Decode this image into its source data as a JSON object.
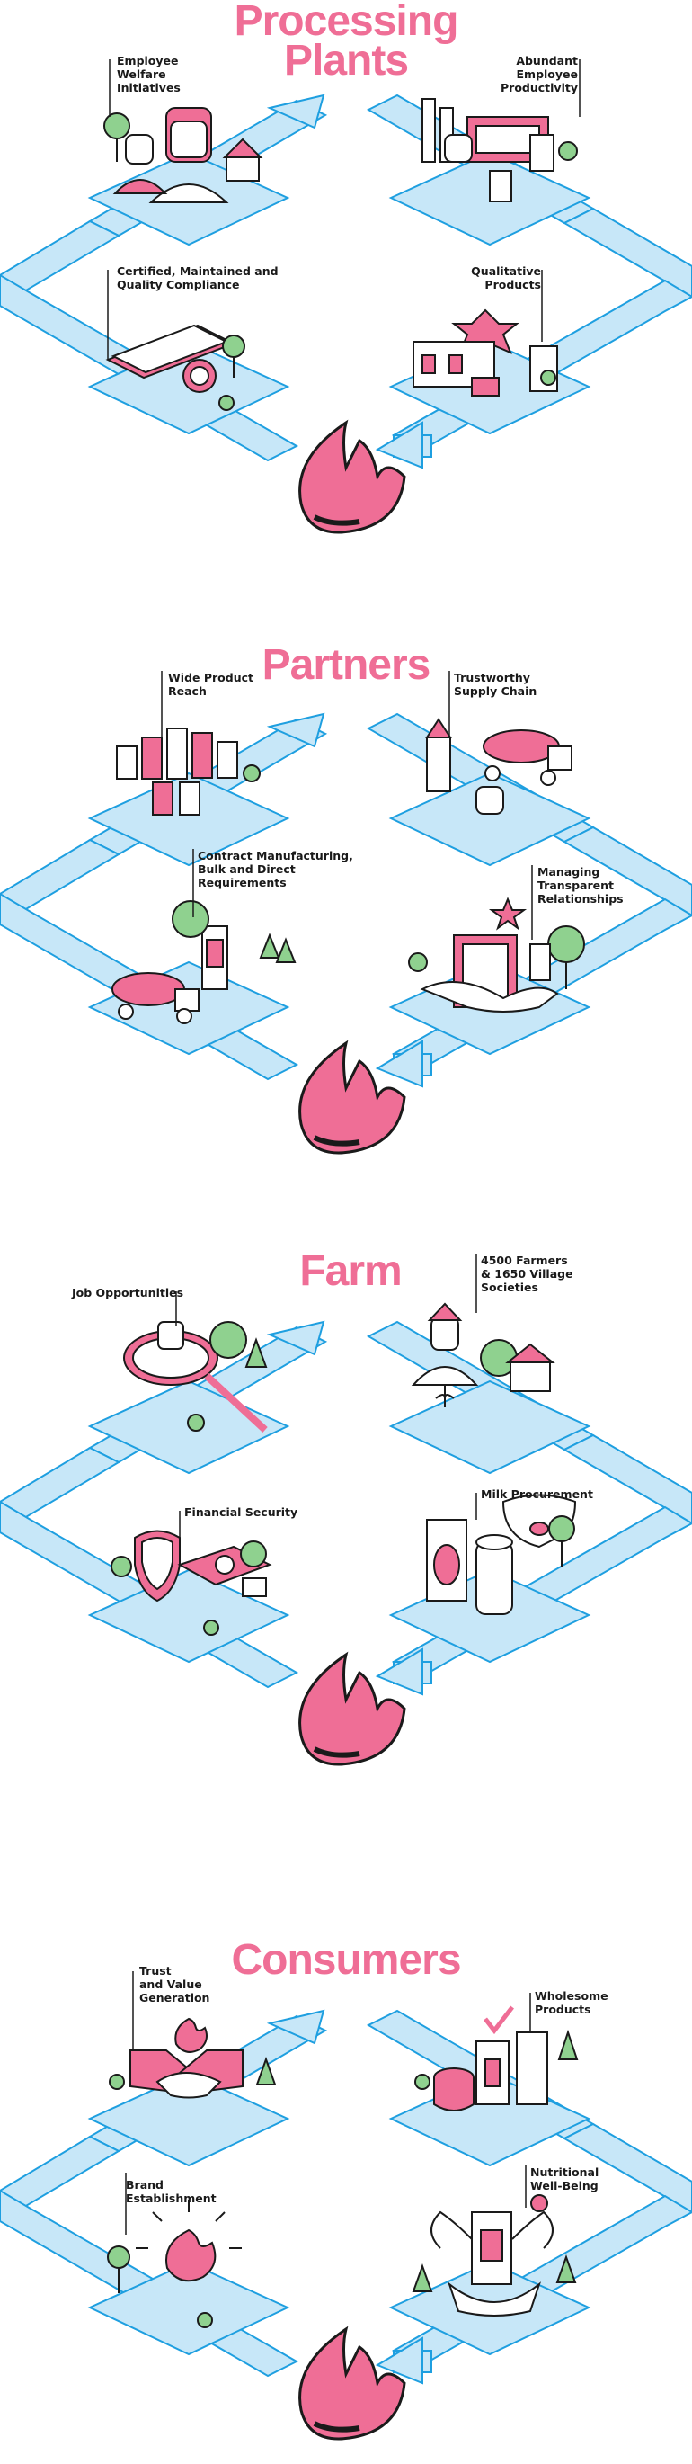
{
  "sections": [
    {
      "title_line1": "Processing",
      "title_line2": "Plants",
      "labels": [
        "Employee\nWelfare\nInitiatives",
        "Abundant\nEmployee\nProductivity",
        "Certified, Maintained and\nQuality Compliance",
        "Qualitative\nProducts"
      ]
    },
    {
      "title_line1": "Partners",
      "labels": [
        "Wide Product\nReach",
        "Trustworthy\nSupply Chain",
        "Contract Manufacturing,\nBulk and Direct\nRequirements",
        "Managing\nTransparent\nRelationships"
      ]
    },
    {
      "title_line1": "Farm",
      "labels": [
        "Job Opportunities",
        "4500 Farmers\n& 1650 Village\nSocieties",
        "Financial Security",
        "Milk Procurement"
      ]
    },
    {
      "title_line1": "Consumers",
      "labels": [
        "Trust\nand Value\nGeneration",
        "Wholesome\nProducts",
        "Brand\nEstablishment",
        "Nutritional\nWell-Being"
      ]
    }
  ],
  "colors": {
    "pink": "#ef6e96",
    "blue": "#c7e7f8",
    "blue_edge": "#1e9fe0",
    "ink": "#1a1a1a",
    "green": "#8fd18f"
  }
}
